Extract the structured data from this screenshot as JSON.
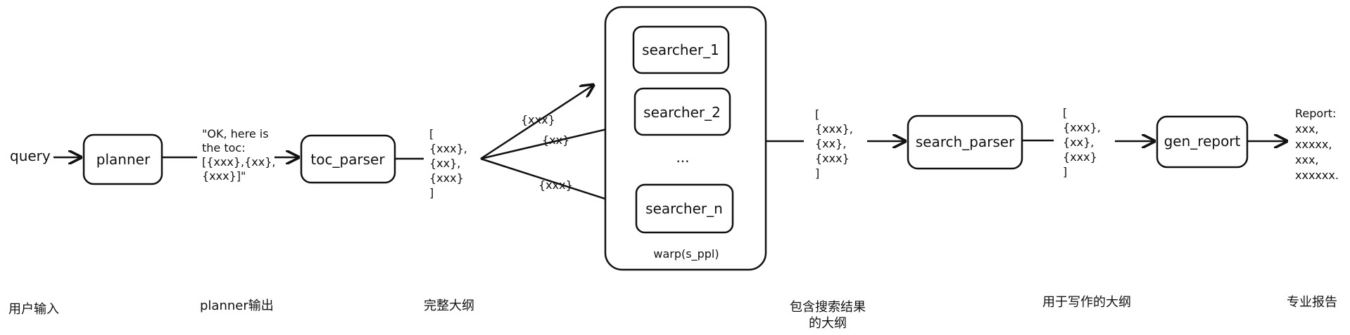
{
  "diagram": {
    "nodes": {
      "query": "query",
      "planner": "planner",
      "toc_parser": "toc_parser",
      "searcher_1": "searcher_1",
      "searcher_2": "searcher_2",
      "ellipsis": "...",
      "searcher_n": "searcher_n",
      "wrapper_label": "warp(s_ppl)",
      "search_parser": "search_parser",
      "gen_report": "gen_report"
    },
    "texts": {
      "planner_output": [
        "\"OK, here is",
        "the toc:",
        "[{xxx},{xx},",
        "{xxx}]\""
      ],
      "toc_output": [
        "[",
        "{xxx},",
        "{xx},",
        "{xxx}",
        "]"
      ],
      "edge_labels": [
        "{xxx}",
        "{xx}",
        "{xxx}"
      ],
      "search_output": [
        "[",
        "{xxx},",
        "{xx},",
        "{xxx}",
        "]"
      ],
      "parser_output": [
        "[",
        "{xxx},",
        "{xx},",
        "{xxx}",
        "]"
      ],
      "report_output": [
        "Report:",
        "xxx,",
        "xxxxx,",
        "xxx,",
        "xxxxxx."
      ]
    },
    "captions": {
      "user_input": "用户输入",
      "planner_output": "planner输出",
      "full_outline": "完整大纲",
      "outline_with_results_line1": "包含搜索结果",
      "outline_with_results_line2": "的大纲",
      "outline_for_writing": "用于写作的大纲",
      "professional_report": "专业报告"
    }
  }
}
